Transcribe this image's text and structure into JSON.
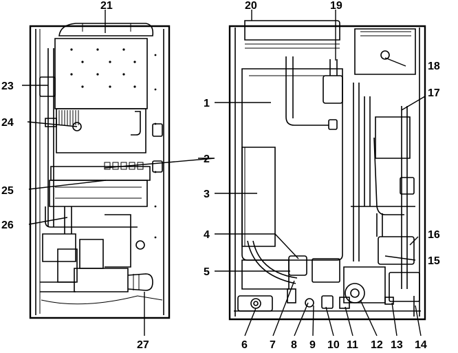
{
  "callouts": {
    "c1": "1",
    "c2": "2",
    "c3": "3",
    "c4": "4",
    "c5": "5",
    "c6": "6",
    "c7": "7",
    "c8": "8",
    "c9": "9",
    "c10": "10",
    "c11": "11",
    "c12": "12",
    "c13": "13",
    "c14": "14",
    "c15": "15",
    "c16": "16",
    "c17": "17",
    "c18": "18",
    "c19": "19",
    "c20": "20",
    "c21": "21",
    "c22": "23",
    "c23": "24",
    "c24": "25",
    "c25": "26",
    "c26": "27"
  }
}
